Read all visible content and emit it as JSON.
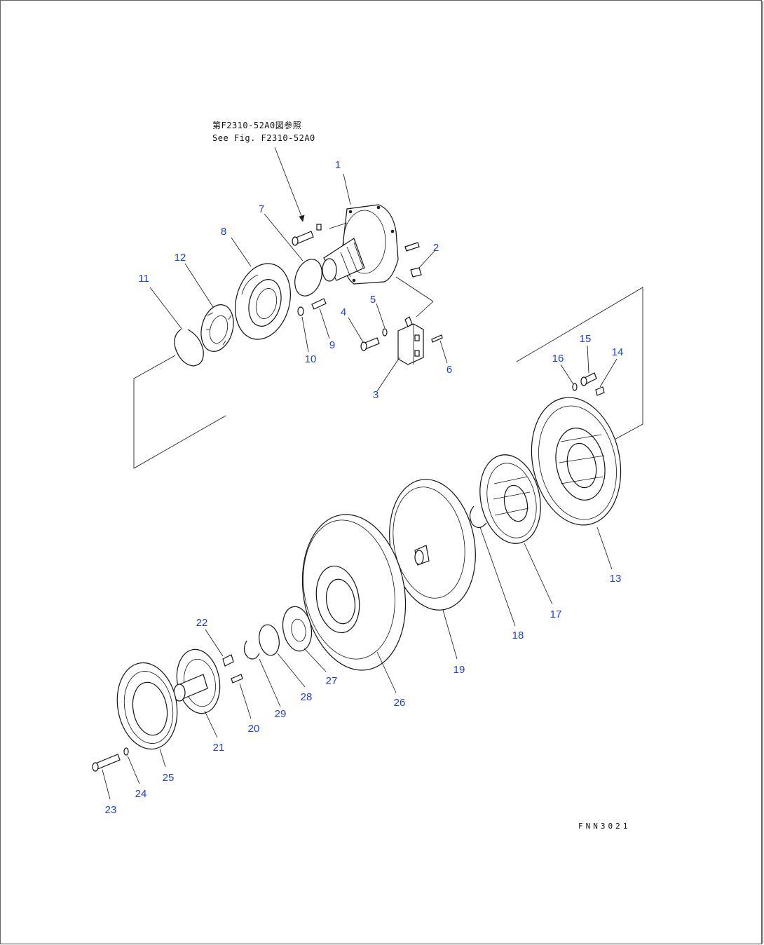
{
  "reference_note": {
    "line1": "第F2310-52A0図参照",
    "line2": "See Fig. F2310-52A0"
  },
  "figure_code": "FNN3021",
  "callouts": [
    "1",
    "2",
    "3",
    "4",
    "5",
    "6",
    "7",
    "8",
    "9",
    "10",
    "11",
    "12",
    "13",
    "14",
    "15",
    "16",
    "17",
    "18",
    "19",
    "20",
    "21",
    "22",
    "23",
    "24",
    "25",
    "26",
    "27",
    "28",
    "29"
  ],
  "colors": {
    "callout": "#1f3fd6",
    "line": "#111111",
    "frame": "#555555"
  }
}
